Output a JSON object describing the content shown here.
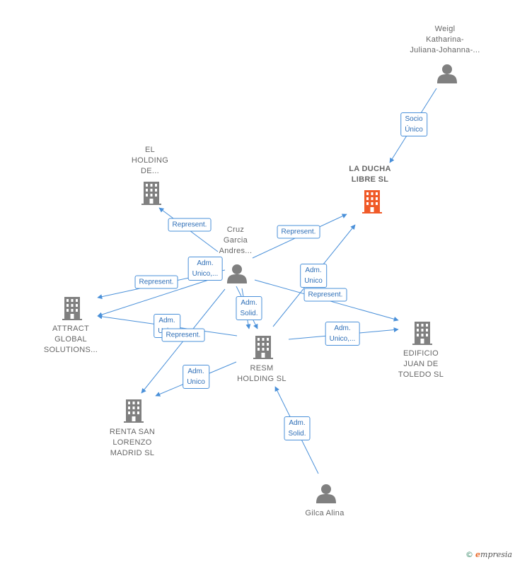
{
  "colors": {
    "edge": "#4a90d9",
    "node": "#808080",
    "focus": "#f05a28"
  },
  "nodes": {
    "weigl": {
      "lines": [
        "Weigl",
        "Katharina-",
        "Juliana-Johanna-..."
      ],
      "kind": "person"
    },
    "la_ducha": {
      "lines": [
        "LA DUCHA",
        "LIBRE SL"
      ],
      "kind": "company",
      "focus": true
    },
    "el_holding": {
      "lines": [
        "EL",
        "HOLDING",
        "DE..."
      ],
      "kind": "company"
    },
    "cruz": {
      "lines": [
        "Cruz",
        "Garcia",
        "Andres..."
      ],
      "kind": "person"
    },
    "attract": {
      "lines": [
        "ATTRACT",
        "GLOBAL",
        "SOLUTIONS..."
      ],
      "kind": "company"
    },
    "resm": {
      "lines": [
        "RESM",
        "HOLDING SL"
      ],
      "kind": "company"
    },
    "edificio": {
      "lines": [
        "EDIFICIO",
        "JUAN DE",
        "TOLEDO SL"
      ],
      "kind": "company"
    },
    "renta": {
      "lines": [
        "RENTA SAN",
        "LORENZO",
        "MADRID SL"
      ],
      "kind": "company"
    },
    "gilca": {
      "lines": [
        "Gilca Alina"
      ],
      "kind": "person"
    }
  },
  "edges": [
    {
      "id": "socio-unico",
      "lines": [
        "Socio",
        "Único"
      ]
    },
    {
      "id": "cruz-el-represent",
      "lines": [
        "Represent."
      ]
    },
    {
      "id": "cruz-la-represent",
      "lines": [
        "Represent."
      ]
    },
    {
      "id": "cruz-attract-adm",
      "lines": [
        "Adm.",
        "Unico,..."
      ]
    },
    {
      "id": "cruz-attract-represent",
      "lines": [
        "Represent."
      ]
    },
    {
      "id": "resm-la-adm",
      "lines": [
        "Adm.",
        "Unico"
      ]
    },
    {
      "id": "cruz-resm-adm",
      "lines": [
        "Adm.",
        "Solid."
      ]
    },
    {
      "id": "cruz-edificio-represent",
      "lines": [
        "Represent."
      ]
    },
    {
      "id": "resm-attract-adm",
      "lines": [
        "Adm.",
        "Unico"
      ]
    },
    {
      "id": "resm-attract-represent",
      "lines": [
        "Represent."
      ]
    },
    {
      "id": "resm-edificio-adm",
      "lines": [
        "Adm.",
        "Unico,..."
      ]
    },
    {
      "id": "resm-renta-adm",
      "lines": [
        "Adm.",
        "Unico"
      ]
    },
    {
      "id": "gilca-resm-adm",
      "lines": [
        "Adm.",
        "Solid."
      ]
    }
  ],
  "brand": {
    "copyright": "©",
    "initial": "e",
    "name": "mpresia"
  }
}
